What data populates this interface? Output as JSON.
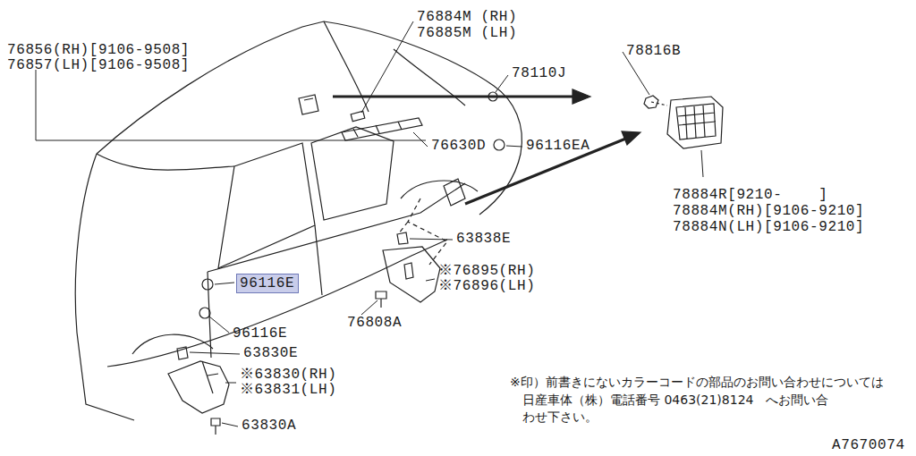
{
  "diagram": {
    "nodes": [
      {
        "text": [
          "96116E"
        ]
      }
    ],
    "edges": [],
    "labels": [
      "76884M (RH)",
      "76885M (LH)",
      "76856(RH)[9106-9508]",
      "76857(LH)[9106-9508]",
      "78110J",
      "78816B",
      "76630D",
      "96116EA",
      "78884R[9210-    ]",
      "78884M(RH)[9106-9210]",
      "78884N(LH)[9106-9210]",
      "63838E",
      "※76895(RH)",
      "※76896(LH)",
      "76808A",
      "96116E",
      "63830E",
      "※63830(RH)",
      "※63831(LH)",
      "63830A",
      "※印）前書きにないカラーコードの部品のお問い合わせについては",
      "日産車体（株）電話番号 0463(21)8124   へお問い合",
      "わせ下さい。",
      "A7670074"
    ]
  }
}
